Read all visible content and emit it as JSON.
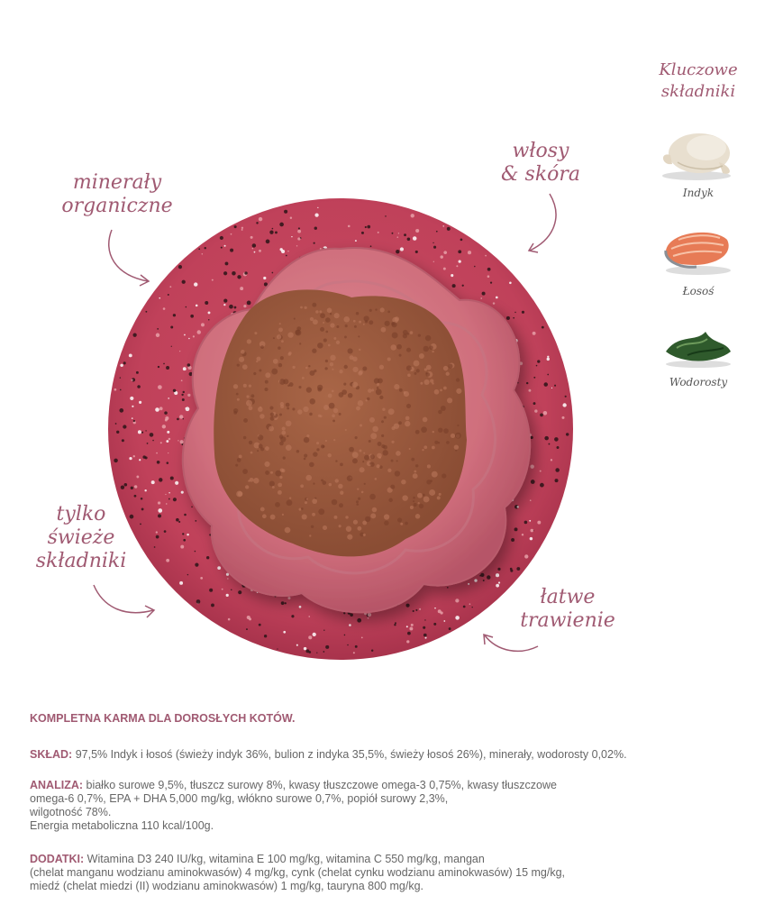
{
  "callouts": {
    "mineraly": [
      "minerały",
      "organiczne"
    ],
    "wlosy": [
      "włosy",
      "& skóra"
    ],
    "tylko": [
      "tylko",
      "świeże",
      "składniki"
    ],
    "latwe": [
      "łatwe",
      "trawienie"
    ]
  },
  "sidebar": {
    "title": [
      "Kluczowe",
      "składniki"
    ],
    "ingredients": [
      {
        "label": "Indyk",
        "icon": "turkey-icon"
      },
      {
        "label": "Łosoś",
        "icon": "salmon-icon"
      },
      {
        "label": "Wodorosty",
        "icon": "seaweed-icon"
      }
    ]
  },
  "info": {
    "heading": "KOMPLETNA KARMA DLA DOROSŁYCH KOTÓW.",
    "sklad_key": "SKŁAD:",
    "sklad_text": " 97,5% Indyk i łosoś (świeży indyk 36%, bulion z indyka 35,5%, świeży łosoś 26%), minerały, wodorosty 0,02%.",
    "analiza_key": "ANALIZA:",
    "analiza_line1": " białko surowe 9,5%, tłuszcz surowy 8%, kwasy tłuszczowe omega-3 0,75%, kwasy tłuszczowe",
    "analiza_line2": "omega-6 0,7%, EPA + DHA 5,000 mg/kg, włókno surowe 0,7%, popiół surowy 2,3%,",
    "analiza_line3": "wilgotność 78%.",
    "analiza_line4": "Energia metaboliczna 110 kcal/100g.",
    "dodatki_key": "DODATKI:",
    "dodatki_line1": " Witamina D3 240 IU/kg, witamina E 100 mg/kg, witamina C 550 mg/kg, mangan",
    "dodatki_line2": "(chelat manganu wodzianu aminokwasów) 4 mg/kg, cynk (chelat cynku wodzianu aminokwasów) 15 mg/kg,",
    "dodatki_line3": "miedź (chelat miedzi (II) wodzianu aminokwasów) 1 mg/kg, tauryna 800 mg/kg."
  },
  "colors": {
    "accent": "#a05a72",
    "plate": "#c8475f",
    "bowl": "#d0707e",
    "food": "#9a5a3e"
  }
}
